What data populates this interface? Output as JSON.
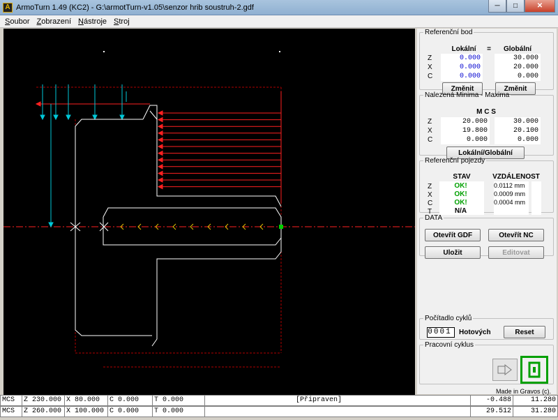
{
  "window": {
    "title": "ArmoTurn 1.49 (KC2) - G:\\armotTurn-v1.05\\senzor hrib soustruh-2.gdf",
    "min": "─",
    "max": "□",
    "close": "✕"
  },
  "menu": [
    "Soubor",
    "Zobrazení",
    "Nástroje",
    "Stroj"
  ],
  "ref_point": {
    "legend": "Referenční bod",
    "h_local": "Lokální",
    "h_eq": "=",
    "h_global": "Globální",
    "axes": [
      "Z",
      "X",
      "C"
    ],
    "local": [
      "0.000",
      "0.000",
      "0.000"
    ],
    "global": [
      "30.000",
      "20.000",
      "0.000"
    ],
    "btn_local": "Změnit",
    "btn_global": "Změnit"
  },
  "minmax": {
    "legend": "Nalezená Minima - Maxima",
    "header": "M C S",
    "axes": [
      "Z",
      "X",
      "C"
    ],
    "min": [
      "20.000",
      "19.800",
      "0.000"
    ],
    "max": [
      "30.000",
      "20.100",
      "0.000"
    ],
    "btn": "Lokální/Globální"
  },
  "ref_travel": {
    "legend": "Referenční pojezdy",
    "h_state": "STAV",
    "h_dist": "VZDÁLENOST",
    "axes": [
      "Z",
      "X",
      "C",
      "T"
    ],
    "state": [
      "OK!",
      "OK!",
      "OK!",
      "N/A"
    ],
    "dist": [
      "0.0112 mm",
      "0.0009 mm",
      "0.0004 mm",
      ""
    ]
  },
  "data": {
    "legend": "DATA",
    "btn_open_gdf": "Otevřít GDF",
    "btn_open_nc": "Otevřít NC",
    "btn_save": "Uložit",
    "btn_edit": "Editovat"
  },
  "cycles": {
    "legend": "Počítadlo cyklů",
    "count": "0001",
    "label": "Hotových",
    "btn_reset": "Reset"
  },
  "work": {
    "legend": "Pracovní cyklus"
  },
  "made": "Made in Gravos (c).",
  "status": {
    "row1": {
      "mode": "MCS",
      "z": "Z 230.000",
      "x": "X  80.000",
      "c": "C   0.000",
      "t": "T   0.000",
      "msg": "[Připraven]",
      "v1": "-0.488",
      "v2": "11.280"
    },
    "row2": {
      "mode": "MCS",
      "z": "Z 260.000",
      "x": "X 100.000",
      "c": "C   0.000",
      "t": "T   0.000",
      "msg": "",
      "v1": "29.512",
      "v2": "31.280"
    }
  },
  "colors": {
    "red": "#ff2020",
    "dark_red": "#b00000",
    "white": "#ffffff",
    "cyan": "#00c8d8",
    "yellow": "#e0c000",
    "green": "#00a000",
    "blue": "#0000d0"
  }
}
